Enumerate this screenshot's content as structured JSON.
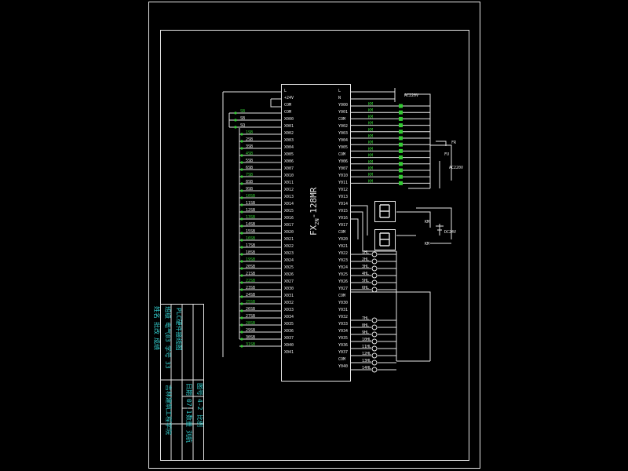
{
  "plc": {
    "model_prefix": "FX",
    "model_sub": "2N",
    "model_suffix": "-128MR",
    "left_terminals": [
      "L",
      "+24V",
      "COM",
      "COM",
      "X000",
      "X001",
      "X002",
      "X003",
      "X004",
      "X005",
      "X006",
      "X007",
      "X010",
      "X011",
      "X012",
      "X013",
      "X014",
      "X015",
      "X016",
      "X017",
      "X020",
      "X021",
      "X022",
      "X023",
      "X024",
      "X025",
      "X026",
      "X027",
      "X030",
      "X031",
      "X032",
      "X033",
      "X034",
      "X035",
      "X036",
      "X037",
      "X040",
      "X041"
    ],
    "right_terminals": [
      "L",
      "N",
      "Y000",
      "Y001",
      "COM",
      "Y002",
      "Y003",
      "Y004",
      "Y005",
      "COM",
      "Y006",
      "Y007",
      "Y010",
      "Y011",
      "Y012",
      "Y013",
      "Y014",
      "Y015",
      "Y016",
      "Y017",
      "COM",
      "Y020",
      "Y021",
      "Y022",
      "Y023",
      "Y024",
      "Y025",
      "Y026",
      "Y027",
      "COM",
      "Y030",
      "Y031",
      "Y032",
      "Y033",
      "Y034",
      "Y035",
      "Y036",
      "Y037",
      "COM",
      "Y040"
    ]
  },
  "inputs": {
    "switch_labels": [
      "SB",
      "SB",
      "SQ",
      "1SB",
      "2SB",
      "3SB",
      "4SB",
      "5SB",
      "6SB",
      "7SB",
      "8SB",
      "9SB",
      "10SB",
      "11SB",
      "12SB",
      "13SB",
      "14SB",
      "15SB",
      "16SB",
      "17SB",
      "18SB",
      "19SB",
      "20SB",
      "21SB",
      "22SB",
      "23SB",
      "24SB",
      "25SB",
      "26SB",
      "27SB",
      "28SB",
      "29SB",
      "30SB",
      "31SB"
    ]
  },
  "outputs": {
    "relay_labels": [
      "KM",
      "KM",
      "KM",
      "KM",
      "KM",
      "KM",
      "KM",
      "KM",
      "KM",
      "KM",
      "KM",
      "KM",
      "KM"
    ],
    "lamp_labels": [
      "1HL",
      "2HL",
      "3HL",
      "4HL",
      "5HL",
      "6HL",
      "7HL",
      "8HL",
      "9HL",
      "10HL",
      "11HL",
      "12HL",
      "13HL",
      "14HL"
    ],
    "supply_top": "AC220V",
    "supply_mid": "AC220V",
    "supply_dc": "DC24V",
    "fr_label": "FR",
    "fu_label": "FU",
    "km_label": "KM"
  },
  "title_block": {
    "drawing_title": "PLC硬件接线图",
    "row1": [
      "图号",
      "4-2",
      "比例"
    ],
    "row2": [
      "日期",
      "07.1",
      "数量",
      "刘航"
    ],
    "school": "吉林建筑工程学院",
    "row3": [
      "班级",
      "电气03",
      "学号",
      "33"
    ],
    "row4": [
      "姓名",
      "批改",
      "成绩"
    ]
  },
  "colors": {
    "background": "#000000",
    "line": "#e6e6e6",
    "accent_green": "#33cc33",
    "accent_cyan": "#33cccc"
  }
}
